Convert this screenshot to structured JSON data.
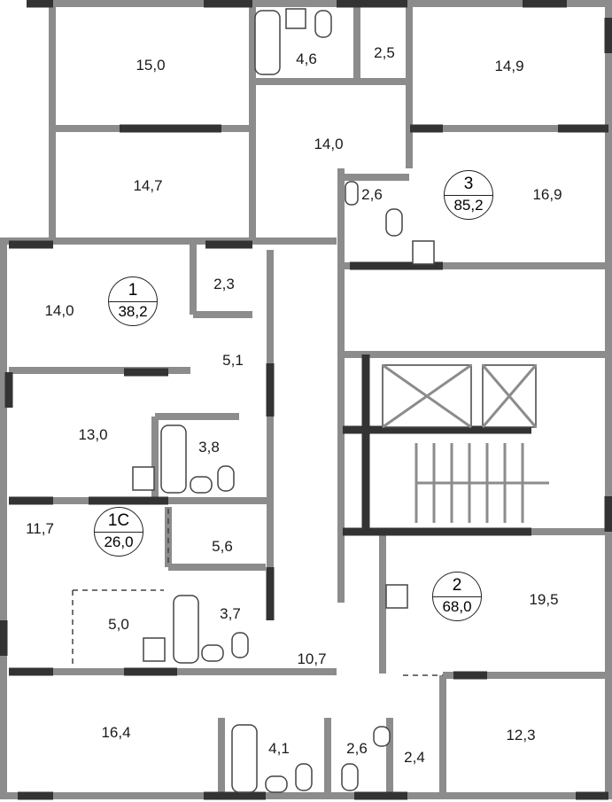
{
  "apartments": [
    {
      "number": "1",
      "total_area": "38,2",
      "rooms": [
        "14,0",
        "2,3",
        "5,1",
        "13,0",
        "3,8"
      ]
    },
    {
      "number": "1С",
      "total_area": "26,0",
      "rooms": [
        "11,7",
        "5,6",
        "5,0",
        "3,7"
      ]
    },
    {
      "number": "2",
      "total_area": "68,0",
      "rooms": [
        "19,5",
        "10,7",
        "16,4",
        "4,1",
        "2,6",
        "2,4",
        "12,3"
      ]
    },
    {
      "number": "3",
      "total_area": "85,2",
      "rooms": [
        "15,0",
        "4,6",
        "2,5",
        "14,9",
        "14,0",
        "14,7",
        "2,6",
        "16,9"
      ]
    }
  ],
  "colors": {
    "wall": "#8c8c8c",
    "window_wall": "#333333"
  }
}
